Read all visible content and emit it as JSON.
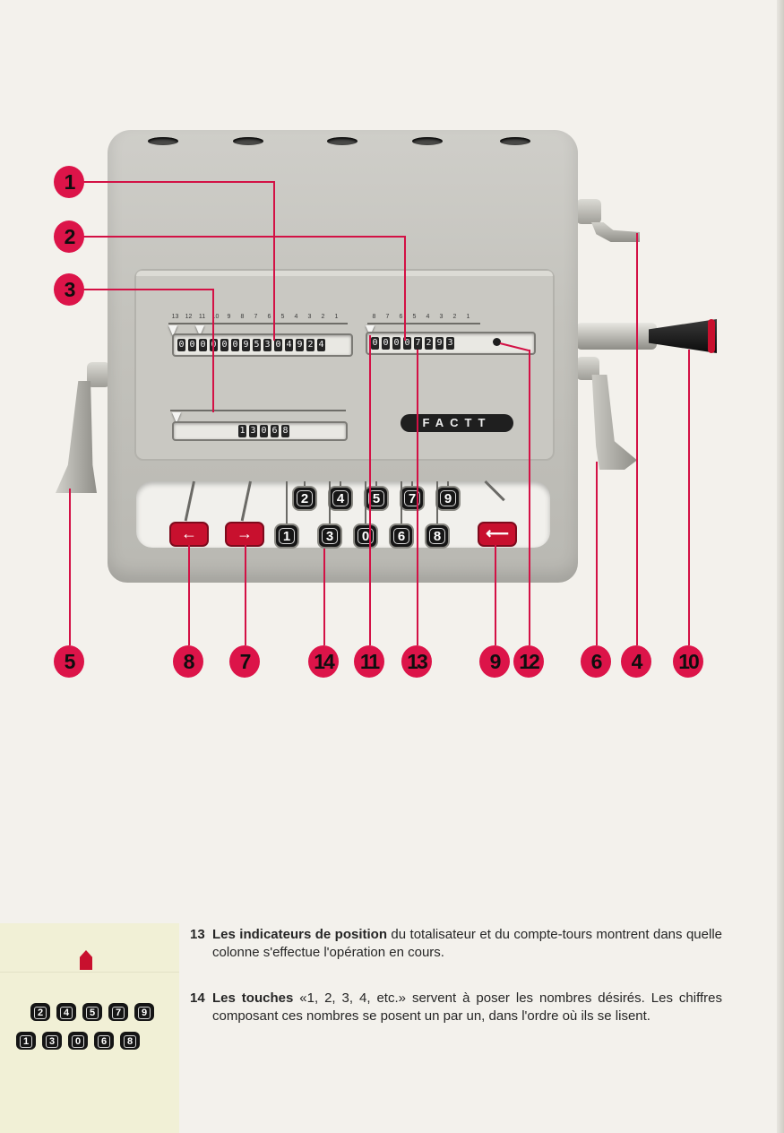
{
  "machine": {
    "brand": "FACTT",
    "upper_scale": [
      "13",
      "12",
      "11",
      "10",
      "9",
      "8",
      "7",
      "6",
      "5",
      "4",
      "3",
      "2",
      "1"
    ],
    "accumulator_digits": [
      "0",
      "0",
      "0",
      "0",
      "0",
      "0",
      "9",
      "5",
      "3",
      "0",
      "4",
      "9",
      "2",
      "4"
    ],
    "counter_scale": [
      "8",
      "7",
      "6",
      "5",
      "4",
      "3",
      "2",
      "1"
    ],
    "counter_digits": [
      "0",
      "0",
      "0",
      "0",
      "7",
      "2",
      "9",
      "3"
    ],
    "setting_digits": [
      "1",
      "3",
      "0",
      "6",
      "8"
    ],
    "keys_top": [
      "2",
      "4",
      "5",
      "7",
      "9"
    ],
    "keys_bottom": [
      "1",
      "3",
      "0",
      "6",
      "8"
    ],
    "red_keys": [
      "←",
      "→",
      "⟵"
    ]
  },
  "callouts": {
    "c1": "1",
    "c2": "2",
    "c3": "3",
    "c4": "4",
    "c5": "5",
    "c6": "6",
    "c7": "7",
    "c8": "8",
    "c9": "9",
    "c10": "10",
    "c11": "11",
    "c12": "12",
    "c13": "13",
    "c14": "14"
  },
  "legend": {
    "keys_top": [
      "2",
      "4",
      "5",
      "7",
      "9"
    ],
    "keys_bottom": [
      "1",
      "3",
      "0",
      "6",
      "8"
    ]
  },
  "items": [
    {
      "number": "13",
      "lead": "Les indicateurs de position",
      "body": " du totalisateur et du compte-tours montrent dans quelle colonne s'effectue l'opération en cours."
    },
    {
      "number": "14",
      "lead": "Les touches",
      "body": " «1, 2, 3, 4, etc.» servent à poser les nombres désirés. Les chiffres composant ces nombres se posent un par un, dans l'ordre où ils se lisent."
    }
  ],
  "colors": {
    "accent": "#dc1449",
    "key_red": "#c8102e",
    "body_grey": "#c4c3bd"
  }
}
